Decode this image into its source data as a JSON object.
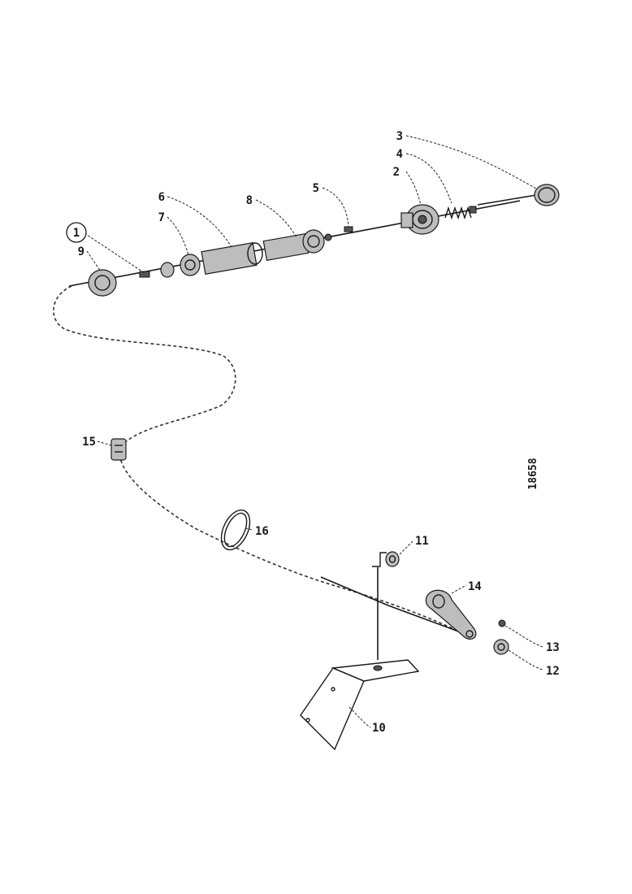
{
  "callouts": {
    "c1": "1",
    "c2": "2",
    "c3": "3",
    "c4": "4",
    "c5": "5",
    "c6": "6",
    "c7": "7",
    "c8": "8",
    "c9": "9",
    "c10": "10",
    "c11": "11",
    "c12": "12",
    "c13": "13",
    "c14": "14",
    "c15": "15",
    "c16": "16"
  },
  "drawing_code": "18658",
  "colors": {
    "ink": "#1a1a1a",
    "shade": "#bdbdbd",
    "paper": "#ffffff"
  }
}
